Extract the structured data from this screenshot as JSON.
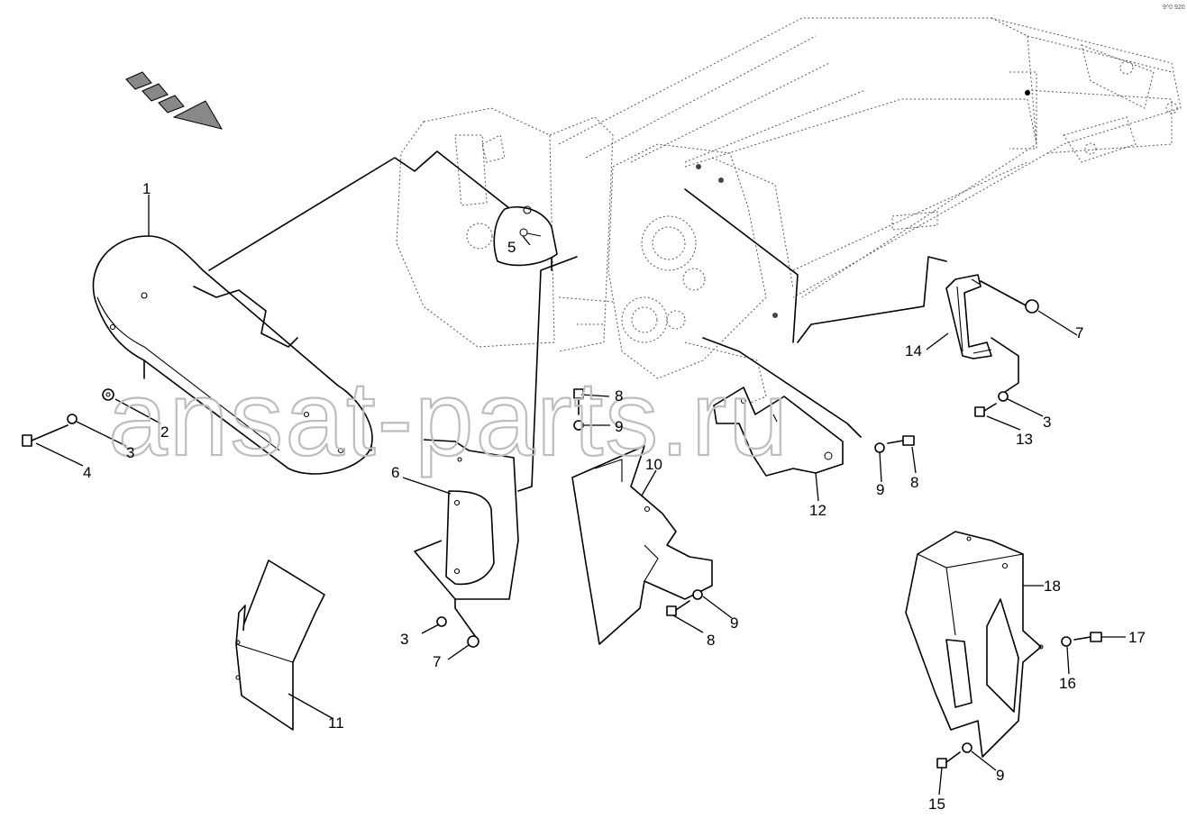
{
  "watermark": "ansat-parts.ru",
  "corner_code": "9^0 920",
  "callouts": [
    {
      "id": "c1",
      "text": "1"
    },
    {
      "id": "c2",
      "text": "2"
    },
    {
      "id": "c3a",
      "text": "3"
    },
    {
      "id": "c3b",
      "text": "3"
    },
    {
      "id": "c3c",
      "text": "3"
    },
    {
      "id": "c4",
      "text": "4"
    },
    {
      "id": "c5",
      "text": "5"
    },
    {
      "id": "c6",
      "text": "6"
    },
    {
      "id": "c7a",
      "text": "7"
    },
    {
      "id": "c7b",
      "text": "7"
    },
    {
      "id": "c8a",
      "text": "8"
    },
    {
      "id": "c8b",
      "text": "8"
    },
    {
      "id": "c8c",
      "text": "8"
    },
    {
      "id": "c9a",
      "text": "9"
    },
    {
      "id": "c9b",
      "text": "9"
    },
    {
      "id": "c9c",
      "text": "9"
    },
    {
      "id": "c9d",
      "text": "9"
    },
    {
      "id": "c10",
      "text": "10"
    },
    {
      "id": "c11",
      "text": "11"
    },
    {
      "id": "c12",
      "text": "12"
    },
    {
      "id": "c13",
      "text": "13"
    },
    {
      "id": "c14",
      "text": "14"
    },
    {
      "id": "c15",
      "text": "15"
    },
    {
      "id": "c16",
      "text": "16"
    },
    {
      "id": "c17",
      "text": "17"
    },
    {
      "id": "c18",
      "text": "18"
    }
  ]
}
